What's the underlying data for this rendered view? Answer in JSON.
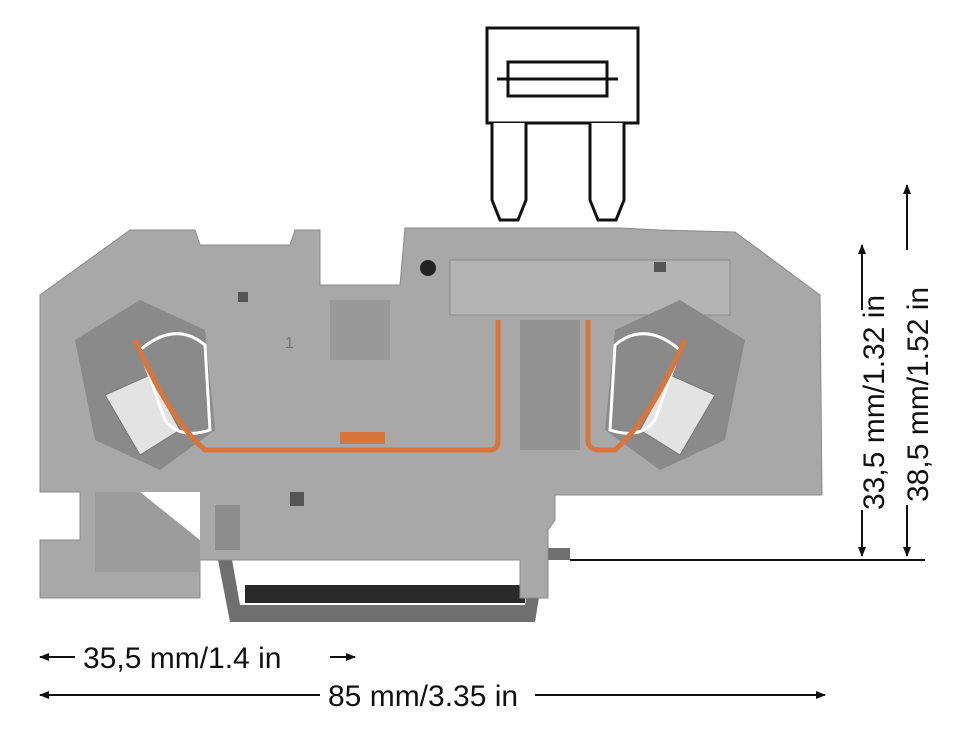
{
  "figure": {
    "part_label": "1",
    "dimensions": {
      "width_partial": "35,5 mm/1.4 in",
      "width_total": "85 mm/3.35 in",
      "height_body": "33,5 mm/1.32 in",
      "height_total": "38,5 mm/1.52 in"
    },
    "colors": {
      "housing": "#a8a8a8",
      "housing_dark": "#7d7d7d",
      "conductor": "#d9743a",
      "line": "#111111"
    }
  }
}
